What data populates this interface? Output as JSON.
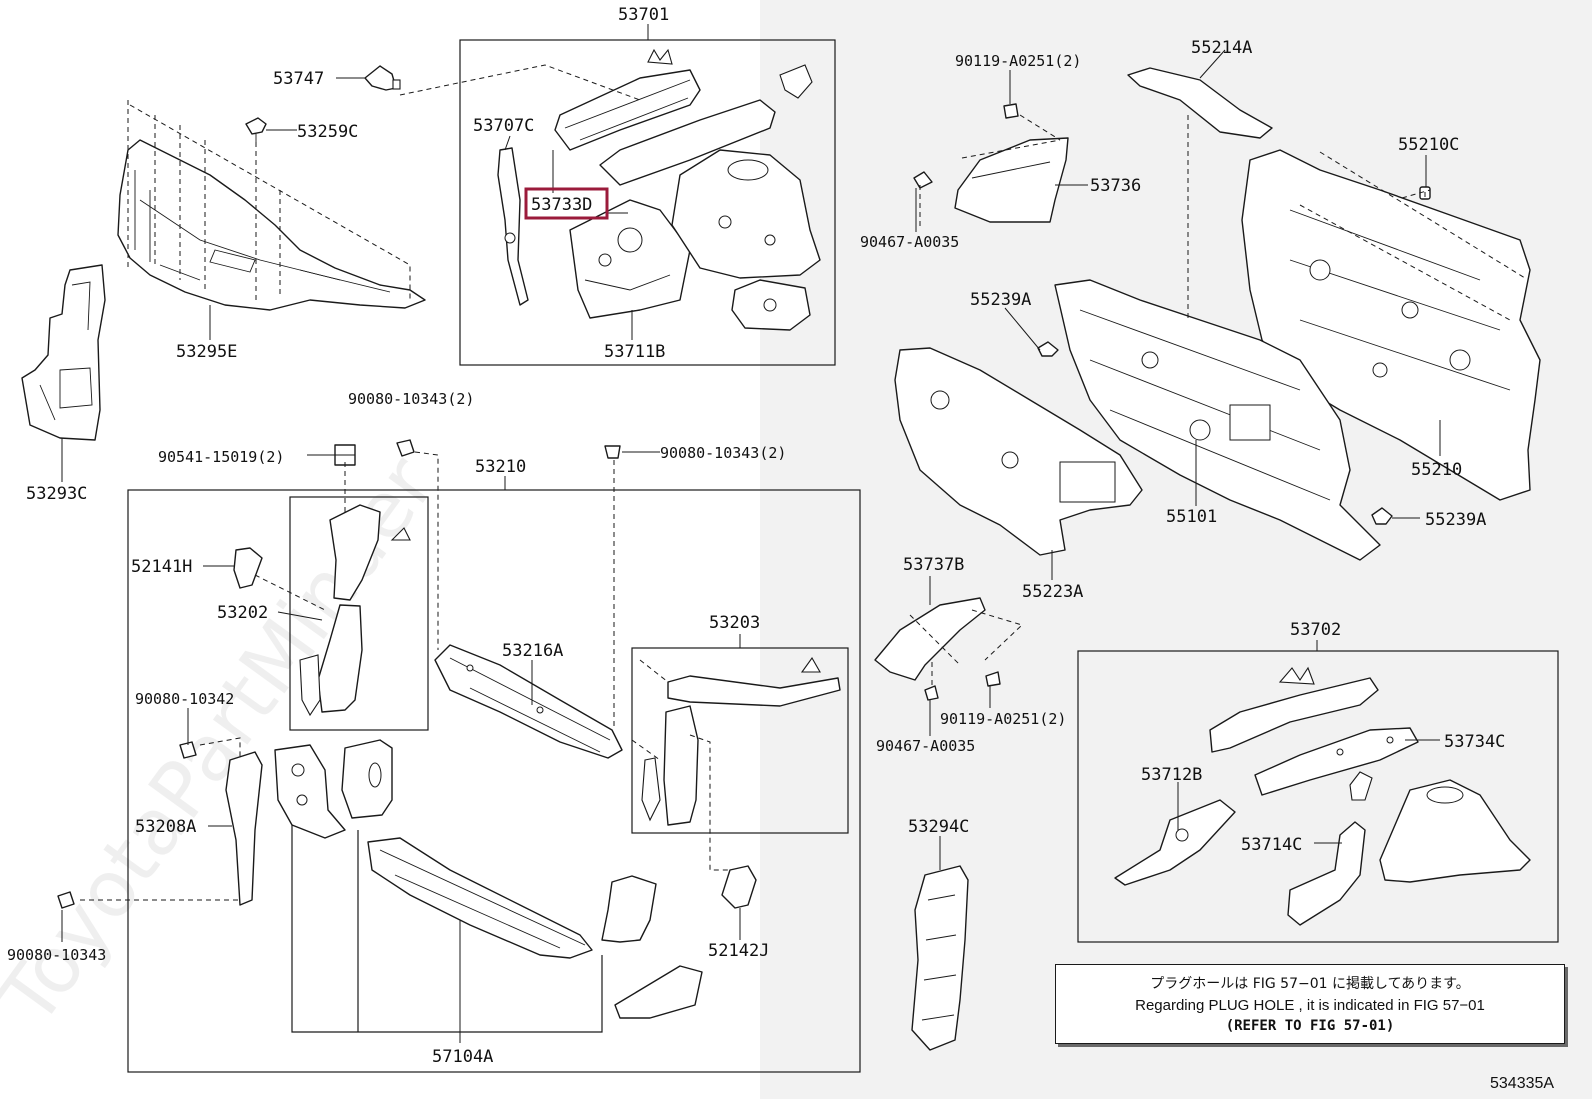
{
  "watermark": "ToyotaPartMinder",
  "highlight_color": "#9b1b3b",
  "diagram_code": "534335A",
  "note": {
    "line1": "プラグホールは FIG 57−01 に掲載してあります。",
    "line2": "Regarding  PLUG  HOLE , it is indicated in FIG  57−01",
    "line3": "(REFER TO FIG 57-01)"
  },
  "parts": {
    "p53701": "53701",
    "p53747": "53747",
    "p53259C": "53259C",
    "p53707C": "53707C",
    "p53733D": "53733D",
    "p53711B": "53711B",
    "p53295E": "53295E",
    "p53293C": "53293C",
    "p90080_10343_2a": "90080-10343(2)",
    "p90541_15019_2": "90541-15019(2)",
    "p53210": "53210",
    "p90080_10343_2b": "90080-10343(2)",
    "p52141H": "52141H",
    "p53202": "53202",
    "p53216A": "53216A",
    "p53203": "53203",
    "p90080_10342": "90080-10342",
    "p53208A": "53208A",
    "p90080_10343": "90080-10343",
    "p52142J": "52142J",
    "p57104A": "57104A",
    "p90119_A0251_2a": "90119-A0251(2)",
    "p55214A": "55214A",
    "p53736": "53736",
    "p90467_A0035a": "90467-A0035",
    "p55210C": "55210C",
    "p55239A_a": "55239A",
    "p55210": "55210",
    "p55101": "55101",
    "p55239A_b": "55239A",
    "p55223A": "55223A",
    "p53737B": "53737B",
    "p90119_A0251_2b": "90119-A0251(2)",
    "p90467_A0035b": "90467-A0035",
    "p53702": "53702",
    "p53734C": "53734C",
    "p53712B": "53712B",
    "p53714C": "53714C",
    "p53294C": "53294C"
  }
}
